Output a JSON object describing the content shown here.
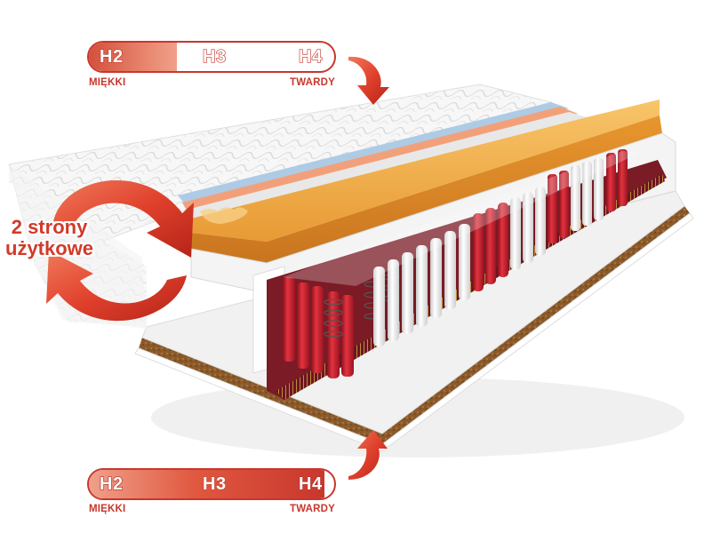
{
  "top_scale": {
    "levels": [
      "H2",
      "H3",
      "H4"
    ],
    "left_caption": "MIĘKKI",
    "right_caption": "TWARDY",
    "fill_percent": 36
  },
  "bottom_scale": {
    "levels": [
      "H2",
      "H3",
      "H4"
    ],
    "left_caption": "MIĘKKI",
    "right_caption": "TWARDY",
    "fill_percent": 96
  },
  "badge": {
    "line1": "2 strony",
    "line2": "użytkowe"
  },
  "illustration": {
    "subject": "pocket-spring-mattress-cross-section",
    "layers": [
      "quilted-cover",
      "memory-foam",
      "foam-support",
      "pocket-springs-zoned",
      "coconut-mat"
    ]
  },
  "colors": {
    "accent_red": "#c8372d",
    "spring_red": "#c41f2c",
    "foam_orange": "#f2a93d",
    "coconut_brown": "#8a5a2b",
    "felt_maroon": "#6e1420"
  }
}
